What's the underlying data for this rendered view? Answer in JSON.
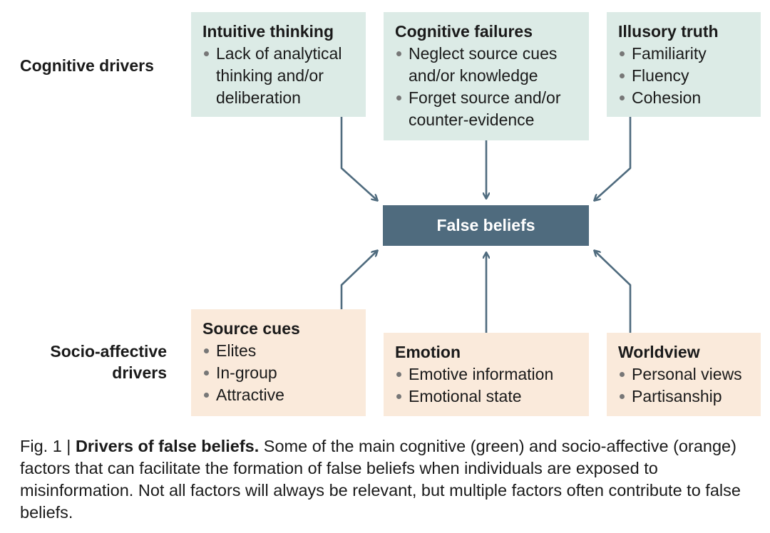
{
  "rows": {
    "cognitive": "Cognitive drivers",
    "socio_line1": "Socio-affective",
    "socio_line2": "drivers"
  },
  "boxes": {
    "intuitive": {
      "title": "Intuitive thinking",
      "items": [
        "Lack of analytical",
        "thinking and/or",
        "deliberation"
      ]
    },
    "failures": {
      "title": "Cognitive failures",
      "items": [
        "Neglect source cues",
        "and/or knowledge",
        "Forget source and/or",
        "counter-evidence"
      ]
    },
    "illusory": {
      "title": "Illusory truth",
      "items": [
        "Familiarity",
        "Fluency",
        "Cohesion"
      ]
    },
    "source": {
      "title": "Source cues",
      "items": [
        "Elites",
        "In-group",
        "Attractive"
      ]
    },
    "emotion": {
      "title": "Emotion",
      "items": [
        "Emotive information",
        "Emotional state"
      ]
    },
    "worldview": {
      "title": "Worldview",
      "items": [
        "Personal views",
        "Partisanship"
      ]
    }
  },
  "center": "False beliefs",
  "caption": {
    "fig": "Fig. 1 | ",
    "bold": "Drivers of false beliefs.",
    "text": " Some of the main cognitive (green) and socio-affective (orange) factors that can facilitate the formation of false beliefs when individuals are exposed to misinformation. Not all factors will always be relevant, but multiple factors often contribute to false beliefs."
  },
  "colors": {
    "cognitive_fill": "#dcebe6",
    "socio_fill": "#faeadb",
    "center_fill": "#4f6b7e",
    "arrow": "#4f6b7e"
  }
}
